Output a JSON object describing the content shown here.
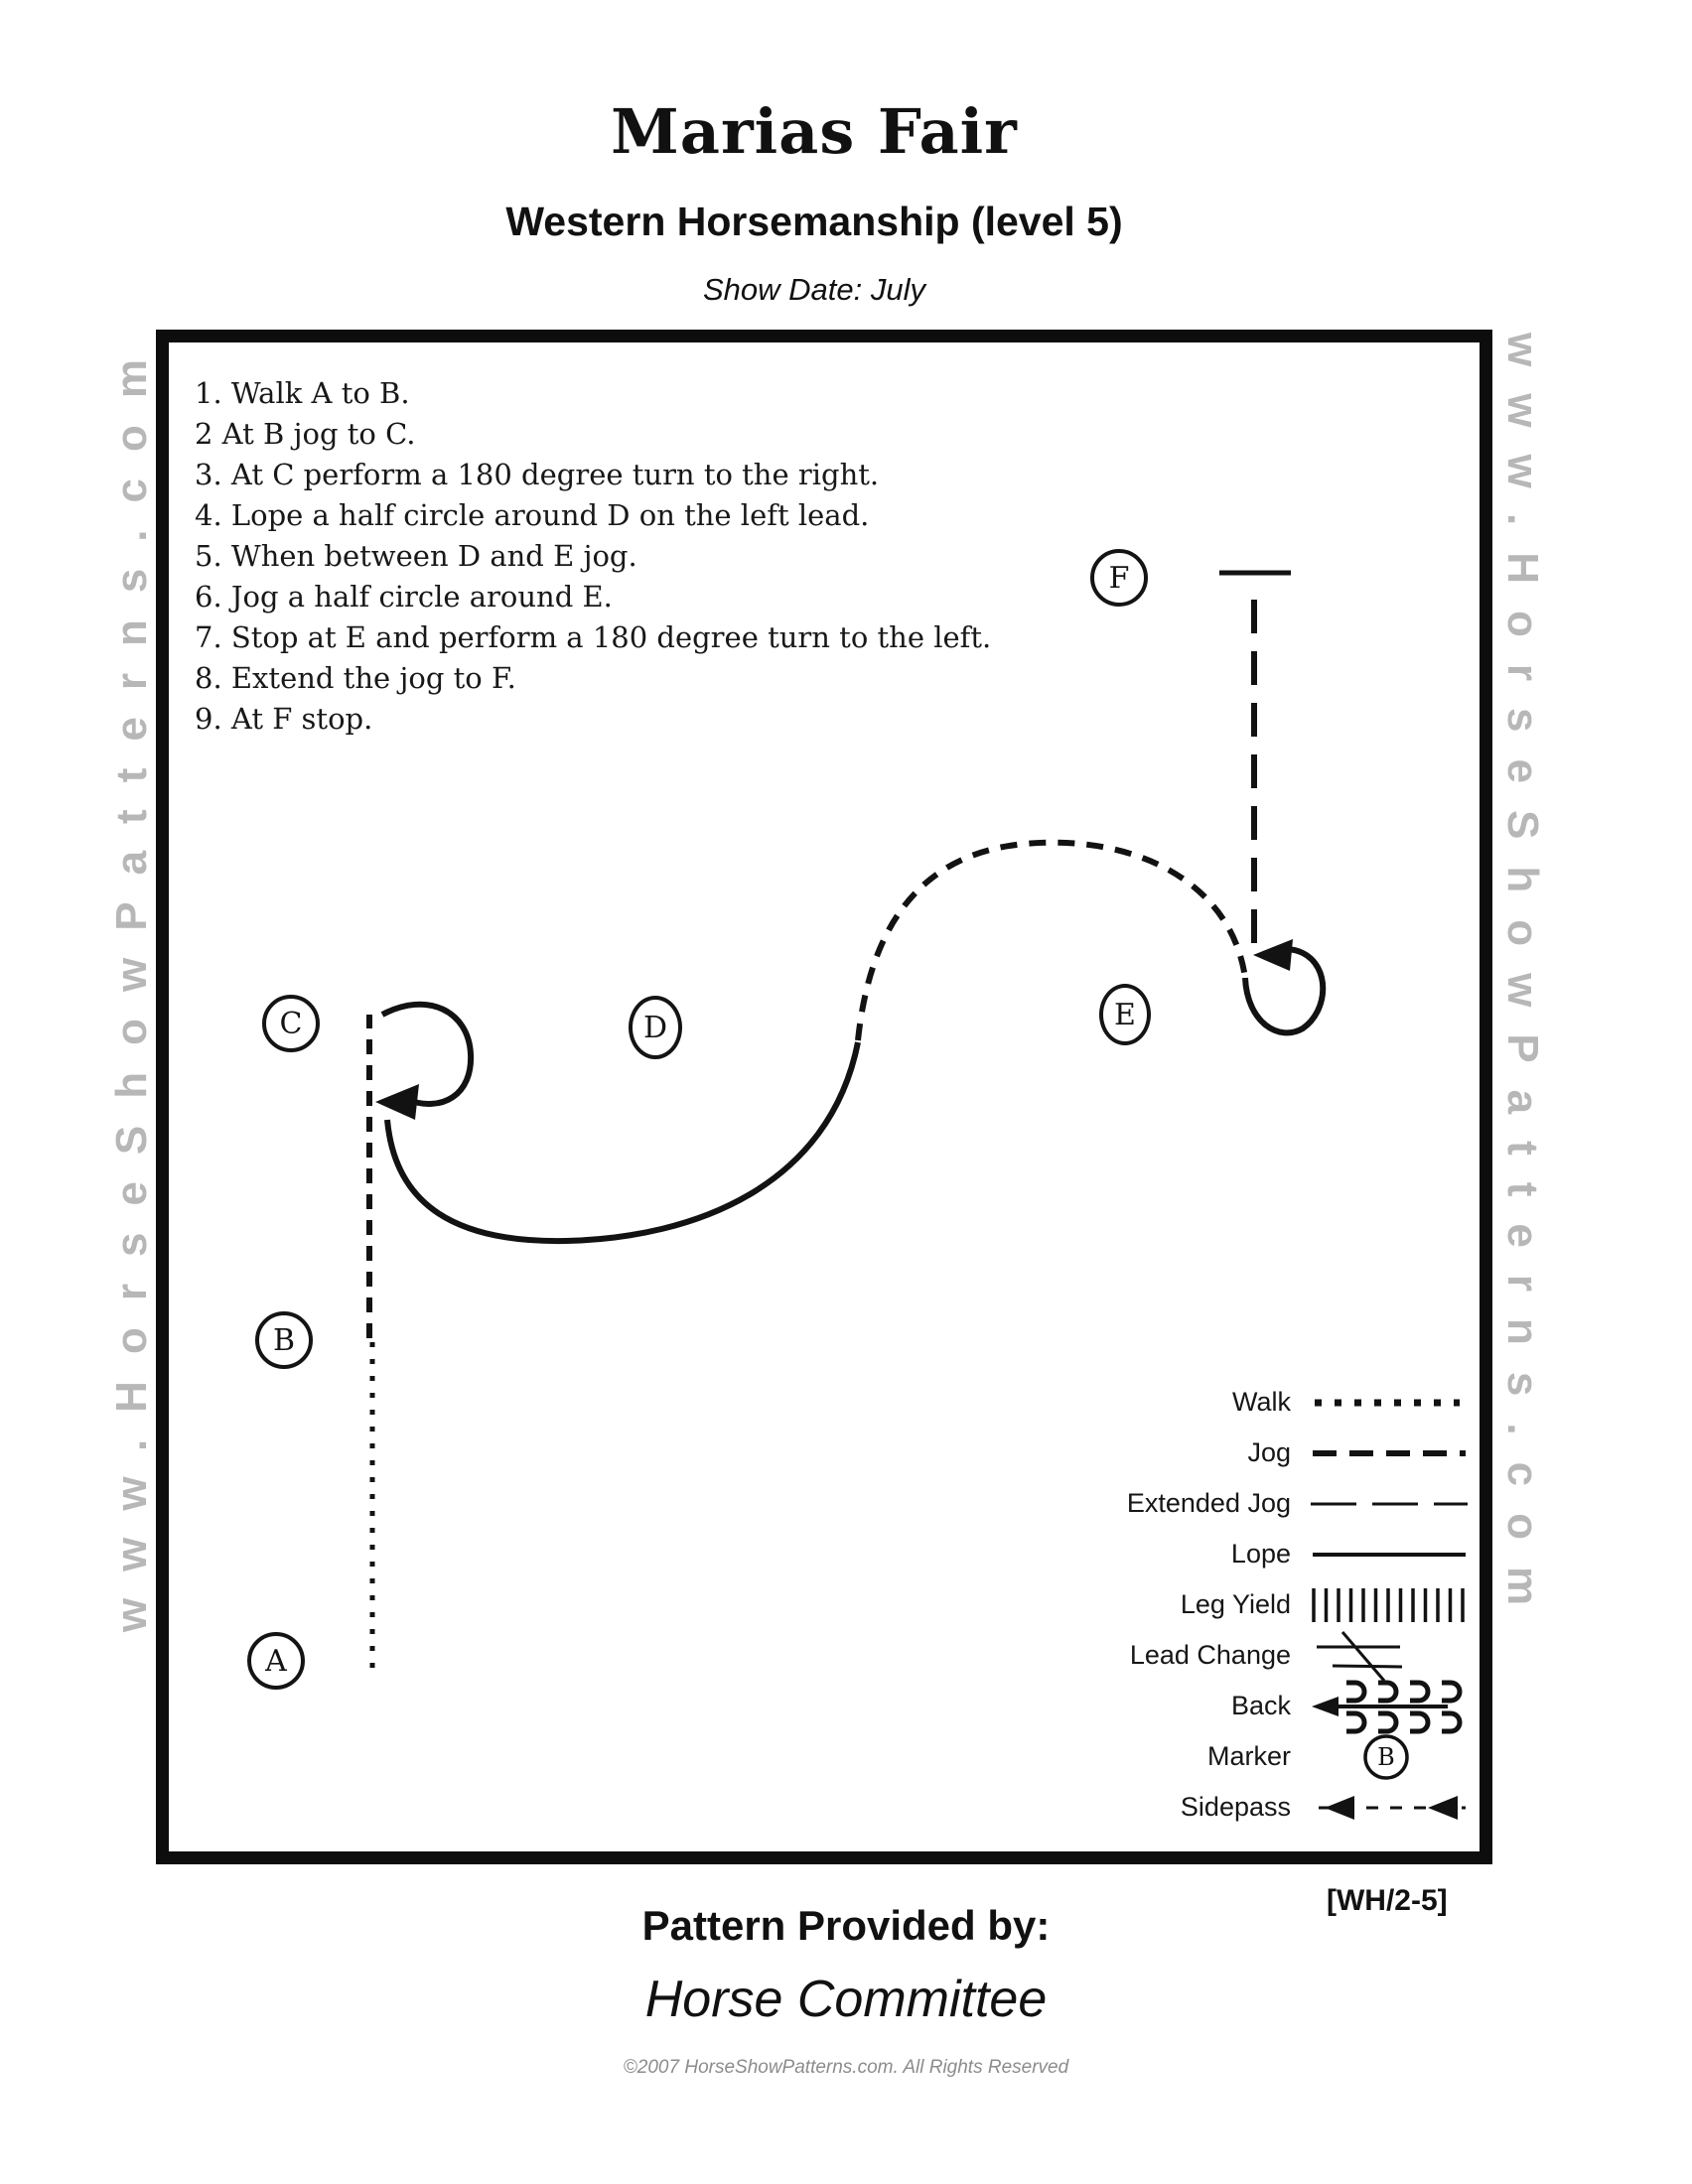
{
  "header": {
    "title": "Marias Fair",
    "subtitle": "Western Horsemanship (level 5)",
    "show_date": "Show Date: July"
  },
  "watermark": {
    "text": "www.HorseShowPatterns.com"
  },
  "instructions": [
    "1. Walk A to B.",
    "2 At B jog to C.",
    "3. At C perform a 180 degree turn to the right.",
    "4. Lope a half circle around D on the left lead.",
    "5. When between D and E jog.",
    "6. Jog a half circle around E.",
    "7. Stop at E and perform a 180 degree turn to the left.",
    "8. Extend the jog to F.",
    "9. At F stop."
  ],
  "markers": [
    "A",
    "B",
    "C",
    "D",
    "E",
    "F"
  ],
  "legend": {
    "items": [
      {
        "label": "Walk",
        "sample": "walk-line-sample"
      },
      {
        "label": "Jog",
        "sample": "jog-line-sample"
      },
      {
        "label": "Extended Jog",
        "sample": "extended-jog-line-sample"
      },
      {
        "label": "Lope",
        "sample": "lope-line-sample"
      },
      {
        "label": "Leg Yield",
        "sample": "leg-yield-sample"
      },
      {
        "label": "Lead Change",
        "sample": "lead-change-sample"
      },
      {
        "label": "Back",
        "sample": "back-sample"
      },
      {
        "label": "Marker",
        "sample": "marker-sample"
      },
      {
        "label": "Sidepass",
        "sample": "sidepass-sample"
      }
    ],
    "marker_letter": "B"
  },
  "pattern_code": "[WH/2-5]",
  "footer": {
    "provided_by": "Pattern Provided by:",
    "committee": "Horse Committee",
    "copyright": "©2007 HorseShowPatterns.com. All Rights Reserved"
  },
  "colors": {
    "ink": "#111111",
    "watermark_gray": "#b4b4b4",
    "copyright_gray": "#8c8c8c",
    "paper": "#ffffff"
  }
}
